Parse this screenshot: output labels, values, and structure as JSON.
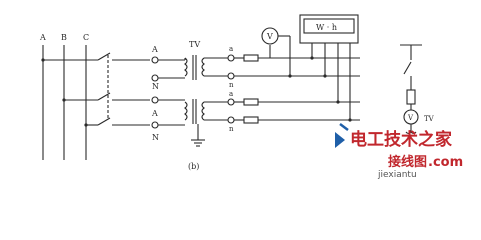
{
  "diagram": {
    "bus_labels": [
      "A",
      "B",
      "C"
    ],
    "tv_label": "TV",
    "secondary_tv_label": "TV",
    "primary_top_labels": [
      "A",
      "N"
    ],
    "primary_bottom_labels": [
      "A",
      "N"
    ],
    "secondary_top_labels": [
      "a",
      "n"
    ],
    "secondary_bottom_labels": [
      "a",
      "n"
    ],
    "voltmeter_label": "V",
    "wattmeter_label": "W · h",
    "right_voltmeter_label": "V",
    "caption": "(b)"
  },
  "watermark": {
    "site_name": "电工技术之家",
    "logo_text": "接线图",
    "domain": ".com",
    "subdomain": "jiexiantu"
  },
  "colors": {
    "line": "#2a2a2a",
    "watermark_red": "#c1272d",
    "watermark_blue": "#1f5fa8"
  }
}
